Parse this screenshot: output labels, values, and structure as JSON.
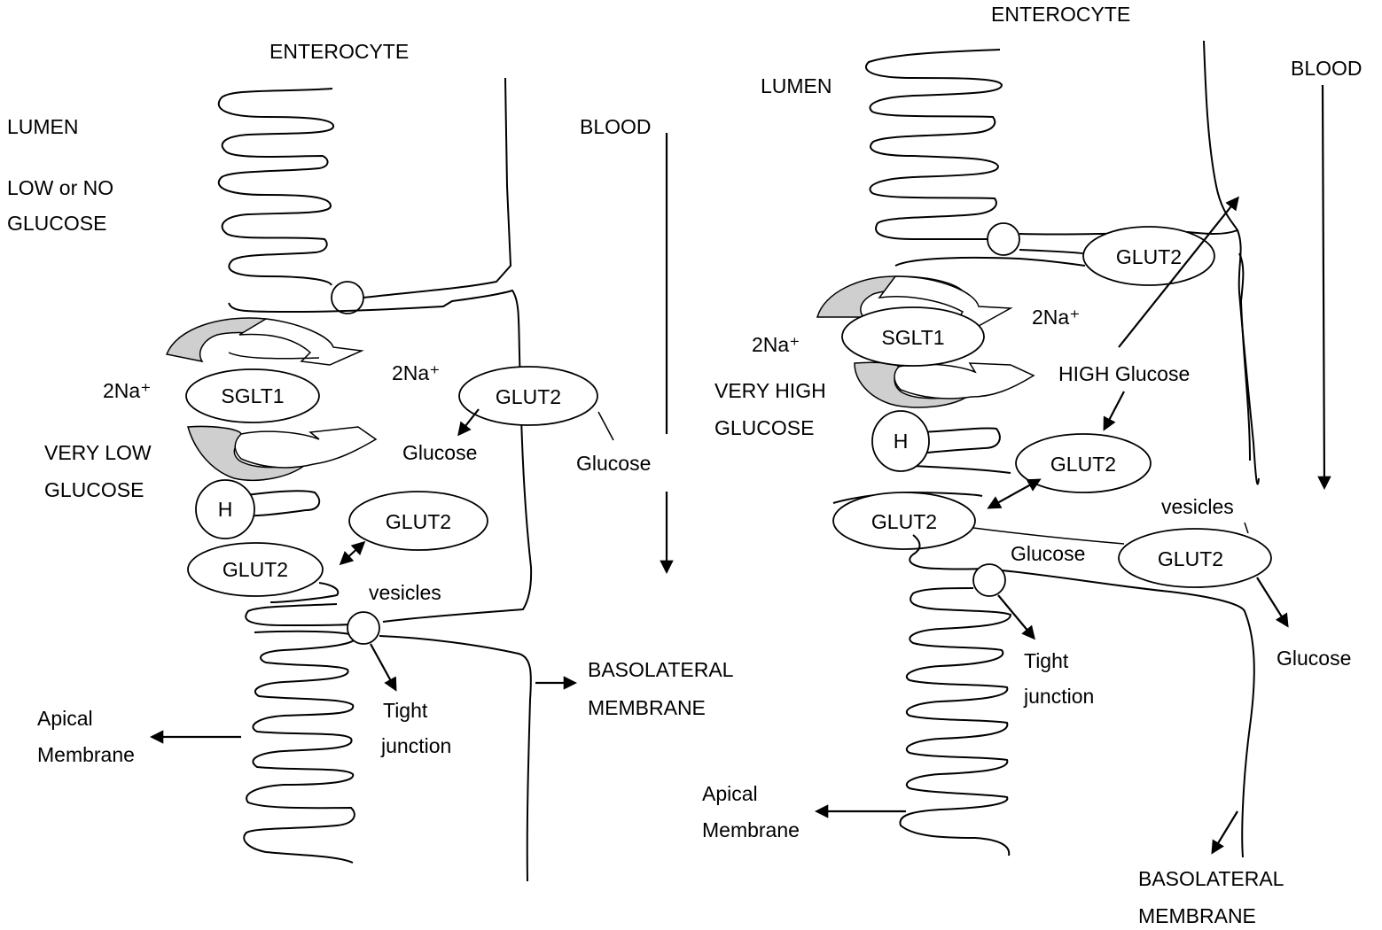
{
  "left": {
    "enterocyte": "ENTEROCYTE",
    "lumen": "LUMEN",
    "lumen_condition_1": "LOW or NO",
    "lumen_condition_2": "GLUCOSE",
    "blood": "BLOOD",
    "na_left": "2Na⁺",
    "na_right": "2Na⁺",
    "sglt1": "SGLT1",
    "glut2_basolateral": "GLUT2",
    "glut2_vesicle": "GLUT2",
    "glut2_apical": "GLUT2",
    "glucose_small": "Glucose",
    "glucose_blood": "Glucose",
    "very_low_1": "VERY LOW",
    "very_low_2": "GLUCOSE",
    "h": "H",
    "vesicles": "vesicles",
    "tight_1": "Tight",
    "tight_2": "junction",
    "basolateral_1": "BASOLATERAL",
    "basolateral_2": "MEMBRANE",
    "apical_1": "Apical",
    "apical_2": "Membrane"
  },
  "right": {
    "enterocyte": "ENTEROCYTE",
    "lumen": "LUMEN",
    "blood": "BLOOD",
    "glut2_top": "GLUT2",
    "na_right": "2Na⁺",
    "na_left": "2Na⁺",
    "sglt1": "SGLT1",
    "high_glucose": "HIGH Glucose",
    "very_high_1": "VERY HIGH",
    "very_high_2": "GLUCOSE",
    "h": "H",
    "glut2_vesicle": "GLUT2",
    "glut2_apical": "GLUT2",
    "vesicles": "vesicles",
    "glucose_mid": "Glucose",
    "glut2_basolateral": "GLUT2",
    "glucose_out": "Glucose",
    "tight_1": "Tight",
    "tight_2": "junction",
    "apical_1": "Apical",
    "apical_2": "Membrane",
    "basolateral_1": "BASOLATERAL",
    "basolateral_2": "MEMBRANE"
  }
}
